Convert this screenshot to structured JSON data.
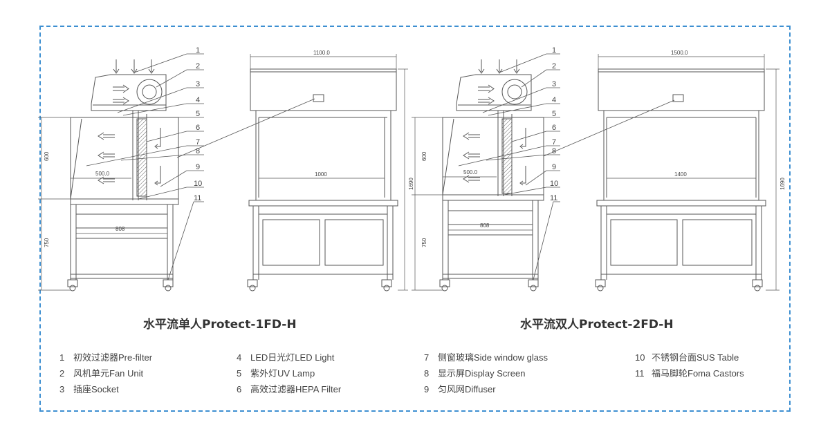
{
  "titles": {
    "single": "水平流单人Protect-1FD-H",
    "double": "水平流双人Protect-2FD-H"
  },
  "dimensions": {
    "single_front_width": "1100.0",
    "single_inner_width": "1000",
    "double_front_width": "1500.0",
    "double_inner_width": "1400",
    "total_height": "1690",
    "cabinet_height": "600",
    "table_height": "750",
    "depth": "500.0",
    "table_depth": "808"
  },
  "callouts": [
    "1",
    "2",
    "3",
    "4",
    "5",
    "6",
    "7",
    "8",
    "9",
    "10",
    "11"
  ],
  "legend": [
    {
      "num": "1",
      "label": "初效过滤器Pre-filter"
    },
    {
      "num": "2",
      "label": "风机单元Fan Unit"
    },
    {
      "num": "3",
      "label": "插座Socket"
    },
    {
      "num": "4",
      "label": "LED日光灯LED Light"
    },
    {
      "num": "5",
      "label": "紫外灯UV Lamp"
    },
    {
      "num": "6",
      "label": "高效过滤器HEPA Filter"
    },
    {
      "num": "7",
      "label": "侧窗玻璃Side window glass"
    },
    {
      "num": "8",
      "label": "显示屏Display  Screen"
    },
    {
      "num": "9",
      "label": "匀风网Diffuser"
    },
    {
      "num": "10",
      "label": "不锈钢台面SUS Table"
    },
    {
      "num": "11",
      "label": "福马脚轮Foma Castors"
    }
  ],
  "colors": {
    "border": "#3d8fd1",
    "line": "#555555"
  }
}
